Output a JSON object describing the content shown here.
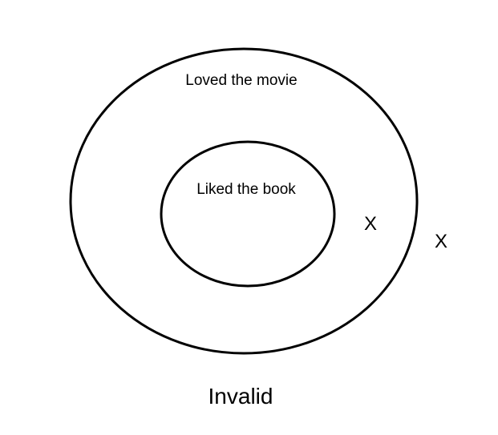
{
  "diagram": {
    "background": "#ffffff",
    "stroke_color": "#000000",
    "outer_circle": {
      "label": "Loved the movie"
    },
    "inner_circle": {
      "label": "Liked the book"
    },
    "x_marks": [
      {
        "label": "X"
      },
      {
        "label": "X"
      }
    ],
    "caption": "Invalid"
  }
}
